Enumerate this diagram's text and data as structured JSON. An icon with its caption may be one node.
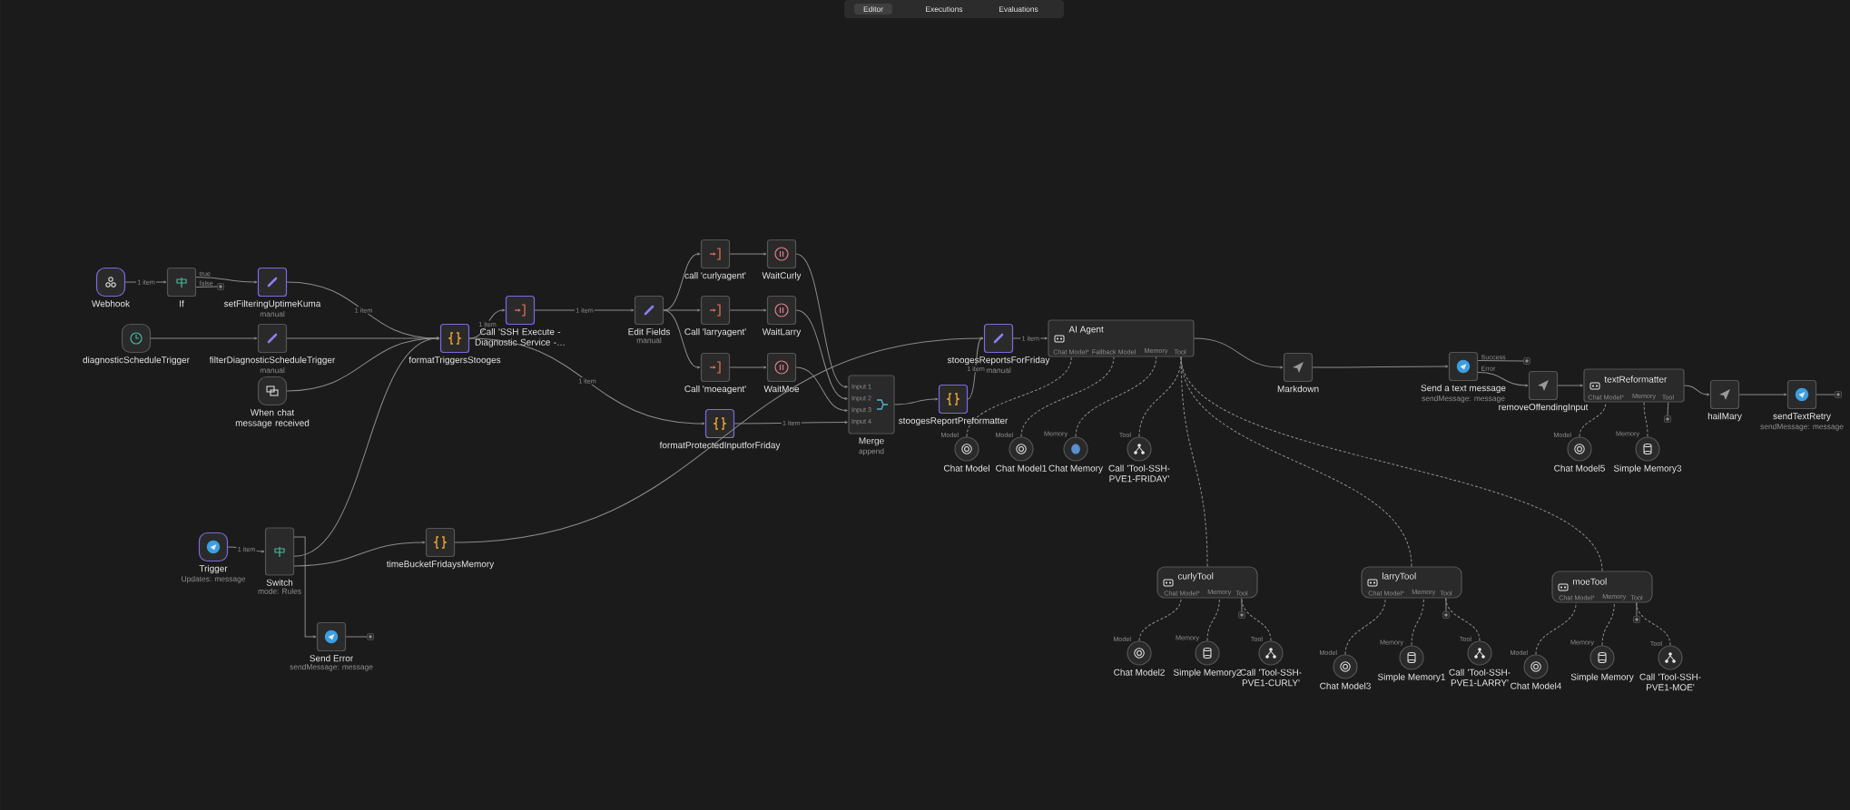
{
  "diagram": {
    "nodes": [
      {
        "text": [
          "Webhook"
        ]
      },
      {
        "text": [
          "If"
        ],
        "beside": [
          "true",
          "false"
        ]
      },
      {
        "text": [
          "setFilteringUptimeKuma",
          "manual"
        ]
      },
      {
        "text": [
          "diagnosticScheduleTrigger"
        ]
      },
      {
        "text": [
          "filterDiagnosticScheduleTrigger",
          "manual"
        ]
      },
      {
        "text": [
          "When chat message received"
        ]
      },
      {
        "text": [
          "formatTriggersStooges"
        ]
      },
      {
        "text": [
          "Call 'SSH Execute - Diagnostic Service -…"
        ]
      },
      {
        "text": [
          "Edit Fields",
          "manual"
        ]
      },
      {
        "text": [
          "call 'curlyagent'"
        ]
      },
      {
        "text": [
          "WaitCurly"
        ]
      },
      {
        "text": [
          "Call 'larryagent'"
        ]
      },
      {
        "text": [
          "WaitLarry"
        ]
      },
      {
        "text": [
          "Call 'moeagent'"
        ]
      },
      {
        "text": [
          "WaitMoe"
        ]
      },
      {
        "text": [
          "formatProtectedInputforFriday"
        ]
      },
      {
        "text": [
          "Merge",
          "append",
          "Input 1",
          "Input 2",
          "Input 3",
          "Input 4"
        ]
      },
      {
        "text": [
          "stoogesReportPreformatter"
        ]
      },
      {
        "text": [
          "stoogesReportsForFriday",
          "manual"
        ]
      },
      {
        "text": [
          "AI Agent",
          "Chat Model*",
          "Fallback Model",
          "Memory",
          "Tool"
        ]
      },
      {
        "text": [
          "Chat Model"
        ],
        "beside": [
          "Model"
        ]
      },
      {
        "text": [
          "Chat Model1"
        ],
        "beside": [
          "Model"
        ]
      },
      {
        "text": [
          "Chat Memory"
        ],
        "beside": [
          "Memory"
        ]
      },
      {
        "text": [
          "Call 'Tool-SSH-PVE1-FRIDAY'"
        ],
        "beside": [
          "Tool"
        ]
      },
      {
        "text": [
          "Markdown"
        ]
      },
      {
        "text": [
          "Send a text message",
          "sendMessage: message"
        ],
        "beside": [
          "Success",
          "Error"
        ]
      },
      {
        "text": [
          "removeOffendingInput"
        ]
      },
      {
        "text": [
          "textReformatter",
          "Chat Model*",
          "Memory",
          "Tool"
        ]
      },
      {
        "text": [
          "Chat Model5"
        ],
        "beside": [
          "Model"
        ]
      },
      {
        "text": [
          "Simple Memory3"
        ],
        "beside": [
          "Memory"
        ]
      },
      {
        "text": [
          "hailMary"
        ]
      },
      {
        "text": [
          "sendTextRetry",
          "sendMessage: message"
        ]
      },
      {
        "text": [
          "Trigger",
          "Updates: message"
        ]
      },
      {
        "text": [
          "Switch",
          "mode: Rules"
        ]
      },
      {
        "text": [
          "timeBucketFridaysMemory"
        ]
      },
      {
        "text": [
          "Send Error",
          "sendMessage: message"
        ]
      },
      {
        "text": [
          "curlyTool",
          "Chat Model*",
          "Memory",
          "Tool"
        ]
      },
      {
        "text": [
          "Chat Model2"
        ],
        "beside": [
          "Model"
        ]
      },
      {
        "text": [
          "Simple Memory2"
        ],
        "beside": [
          "Memory"
        ]
      },
      {
        "text": [
          "Call 'Tool-SSH-PVE1-CURLY'"
        ],
        "beside": [
          "Tool"
        ]
      },
      {
        "text": [
          "larryTool",
          "Chat Model*",
          "Memory",
          "Tool"
        ]
      },
      {
        "text": [
          "Chat Model3"
        ],
        "beside": [
          "Model"
        ]
      },
      {
        "text": [
          "Simple Memory1"
        ],
        "beside": [
          "Memory"
        ]
      },
      {
        "text": [
          "Call 'Tool-SSH-PVE1-LARRY'"
        ],
        "beside": [
          "Tool"
        ]
      },
      {
        "text": [
          "moeTool",
          "Chat Model*",
          "Memory",
          "Tool"
        ]
      },
      {
        "text": [
          "Chat Model4"
        ],
        "beside": [
          "Model"
        ]
      },
      {
        "text": [
          "Simple Memory"
        ],
        "beside": [
          "Memory"
        ]
      },
      {
        "text": [
          "Call 'Tool-SSH-PVE1-MOE'"
        ],
        "beside": [
          "Tool"
        ]
      },
      {
        "text": [],
        "shape": "box"
      },
      {
        "text": [],
        "shape": "box"
      },
      {
        "text": [],
        "shape": "box"
      },
      {
        "text": [],
        "shape": "box"
      },
      {
        "text": [],
        "shape": "box"
      },
      {
        "text": [],
        "shape": "box"
      },
      {
        "text": [],
        "shape": "box"
      },
      {
        "text": [],
        "shape": "box"
      }
    ],
    "edges": [
      {
        "from": 0,
        "to": 1,
        "arrow": "to",
        "label": "1 item"
      },
      {
        "from": 1,
        "to": 2,
        "arrow": "to"
      },
      {
        "from": 2,
        "to": 6,
        "arrow": "to",
        "label": "1 item"
      },
      {
        "from": 3,
        "to": 4,
        "arrow": "to"
      },
      {
        "from": 4,
        "to": 6,
        "arrow": "to"
      },
      {
        "from": 5,
        "to": 6,
        "arrow": "to"
      },
      {
        "from": 6,
        "to": 7,
        "arrow": "to",
        "label": "1 item"
      },
      {
        "from": 6,
        "to": 15,
        "arrow": "to",
        "label": "1 item"
      },
      {
        "from": 7,
        "to": 8,
        "arrow": "to",
        "label": "1 item"
      },
      {
        "from": 8,
        "to": 9,
        "arrow": "to"
      },
      {
        "from": 8,
        "to": 11,
        "arrow": "to"
      },
      {
        "from": 8,
        "to": 13,
        "arrow": "to"
      },
      {
        "from": 9,
        "to": 10,
        "arrow": "to"
      },
      {
        "from": 11,
        "to": 12,
        "arrow": "to"
      },
      {
        "from": 13,
        "to": 14,
        "arrow": "to"
      },
      {
        "from": 10,
        "to": 16,
        "arrow": "to"
      },
      {
        "from": 12,
        "to": 16,
        "arrow": "to"
      },
      {
        "from": 14,
        "to": 16,
        "arrow": "to"
      },
      {
        "from": 15,
        "to": 16,
        "arrow": "to",
        "label": "1 item"
      },
      {
        "from": 16,
        "to": 17,
        "arrow": "to"
      },
      {
        "from": 17,
        "to": 18,
        "arrow": "to",
        "label": "1 item"
      },
      {
        "from": 18,
        "to": 19,
        "arrow": "to",
        "label": "1 item"
      },
      {
        "from": 33,
        "to": 6,
        "arrow": "to"
      },
      {
        "from": 33,
        "to": 34,
        "arrow": "to"
      },
      {
        "from": 33,
        "to": 35,
        "arrow": "to"
      },
      {
        "from": 34,
        "to": 18,
        "arrow": "to"
      },
      {
        "from": 32,
        "to": 33,
        "arrow": "to",
        "label": "1 item"
      },
      {
        "from": 19,
        "to": 24,
        "arrow": "to"
      },
      {
        "from": 24,
        "to": 25,
        "arrow": "to"
      },
      {
        "from": 25,
        "to": 26,
        "arrow": "to"
      },
      {
        "from": 26,
        "to": 27,
        "arrow": "to"
      },
      {
        "from": 27,
        "to": 30,
        "arrow": "to"
      },
      {
        "from": 30,
        "to": 31,
        "arrow": "to"
      },
      {
        "from": 20,
        "to": 19,
        "arrow": "none",
        "style": "dashed"
      },
      {
        "from": 21,
        "to": 19,
        "arrow": "none",
        "style": "dashed"
      },
      {
        "from": 22,
        "to": 19,
        "arrow": "none",
        "style": "dashed"
      },
      {
        "from": 23,
        "to": 19,
        "arrow": "none",
        "style": "dashed"
      },
      {
        "from": 36,
        "to": 19,
        "arrow": "none",
        "style": "dashed"
      },
      {
        "from": 40,
        "to": 19,
        "arrow": "none",
        "style": "dashed"
      },
      {
        "from": 44,
        "to": 19,
        "arrow": "none",
        "style": "dashed"
      },
      {
        "from": 28,
        "to": 27,
        "arrow": "none",
        "style": "dashed"
      },
      {
        "from": 29,
        "to": 27,
        "arrow": "none",
        "style": "dashed"
      },
      {
        "from": 37,
        "to": 36,
        "arrow": "none",
        "style": "dashed"
      },
      {
        "from": 38,
        "to": 36,
        "arrow": "none",
        "style": "dashed"
      },
      {
        "from": 39,
        "to": 36,
        "arrow": "none",
        "style": "dashed"
      },
      {
        "from": 41,
        "to": 40,
        "arrow": "none",
        "style": "dashed"
      },
      {
        "from": 42,
        "to": 40,
        "arrow": "none",
        "style": "dashed"
      },
      {
        "from": 43,
        "to": 40,
        "arrow": "none",
        "style": "dashed"
      },
      {
        "from": 45,
        "to": 44,
        "arrow": "none",
        "style": "dashed"
      },
      {
        "from": 46,
        "to": 44,
        "arrow": "none",
        "style": "dashed"
      },
      {
        "from": 47,
        "to": 44,
        "arrow": "none",
        "style": "dashed"
      },
      {
        "from": 1,
        "to": 48,
        "arrow": "none"
      },
      {
        "from": 25,
        "to": 49,
        "arrow": "none"
      },
      {
        "from": 31,
        "to": 50,
        "arrow": "none"
      },
      {
        "from": 35,
        "to": 51,
        "arrow": "none"
      },
      {
        "from": 27,
        "to": 52,
        "arrow": "none"
      },
      {
        "from": 36,
        "to": 53,
        "arrow": "none"
      },
      {
        "from": 40,
        "to": 54,
        "arrow": "none"
      },
      {
        "from": 44,
        "to": 55,
        "arrow": "none"
      }
    ],
    "labels": [
      "Editor",
      "Executions",
      "Evaluations"
    ]
  }
}
